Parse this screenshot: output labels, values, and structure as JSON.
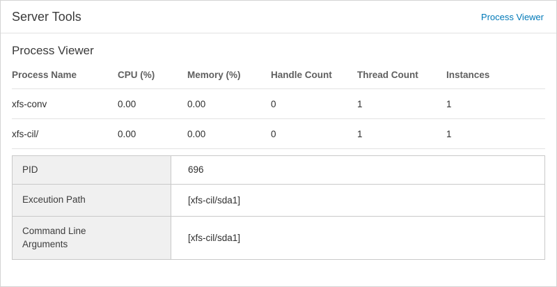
{
  "header": {
    "title": "Server Tools",
    "link_label": "Process Viewer"
  },
  "section": {
    "title": "Process Viewer"
  },
  "process_table": {
    "columns": [
      "Process Name",
      "CPU (%)",
      "Memory (%)",
      "Handle Count",
      "Thread Count",
      "Instances"
    ],
    "rows": [
      [
        "xfs-conv",
        "0.00",
        "0.00",
        "0",
        "1",
        "1"
      ],
      [
        "xfs-cil/",
        "0.00",
        "0.00",
        "0",
        "1",
        "1"
      ]
    ]
  },
  "details": {
    "rows": [
      {
        "label": "PID",
        "value": "696"
      },
      {
        "label": "Exceution Path",
        "value": "[xfs-cil/sda1]"
      },
      {
        "label": "Command Line Arguments",
        "value": "[xfs-cil/sda1]"
      }
    ]
  }
}
